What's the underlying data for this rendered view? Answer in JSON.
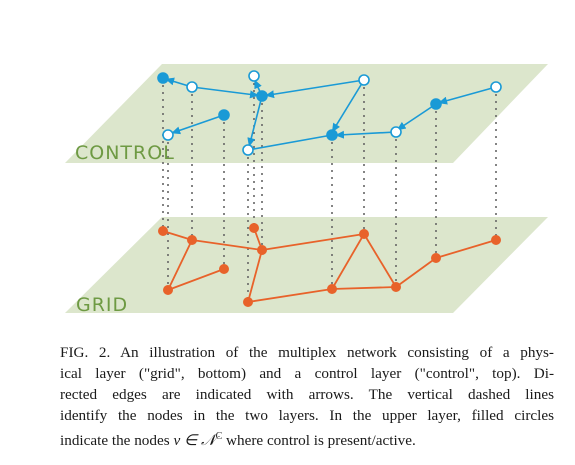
{
  "figure": {
    "layer_labels": {
      "control": "CONTROL",
      "grid": "GRID"
    },
    "colors": {
      "plane": "#dce6cc",
      "control_edges": "#1a9ad6",
      "grid_edges": "#e8622a",
      "label_text": "#6e9a43",
      "dashed_links": "#666666"
    },
    "legend_semantics": {
      "filled_circle": "control active",
      "hollow_circle": "control inactive",
      "edge_arrows": "directed edges in control layer"
    }
  },
  "caption": {
    "lines": [
      "FIG. 2. An illustration of the multiplex network consisting of a phys-",
      "ical layer (\"grid\", bottom) and a control layer (\"control\", top). Di-",
      "rected edges are indicated with arrows.  The vertical dashed lines",
      "identify the nodes in the two layers. In the upper layer, filled circles"
    ],
    "last_line_prefix": "indicate the nodes ",
    "math_symbol": "v ∈ 𝒩",
    "math_superscript": "C",
    "last_line_suffix": " where control is present/active."
  }
}
